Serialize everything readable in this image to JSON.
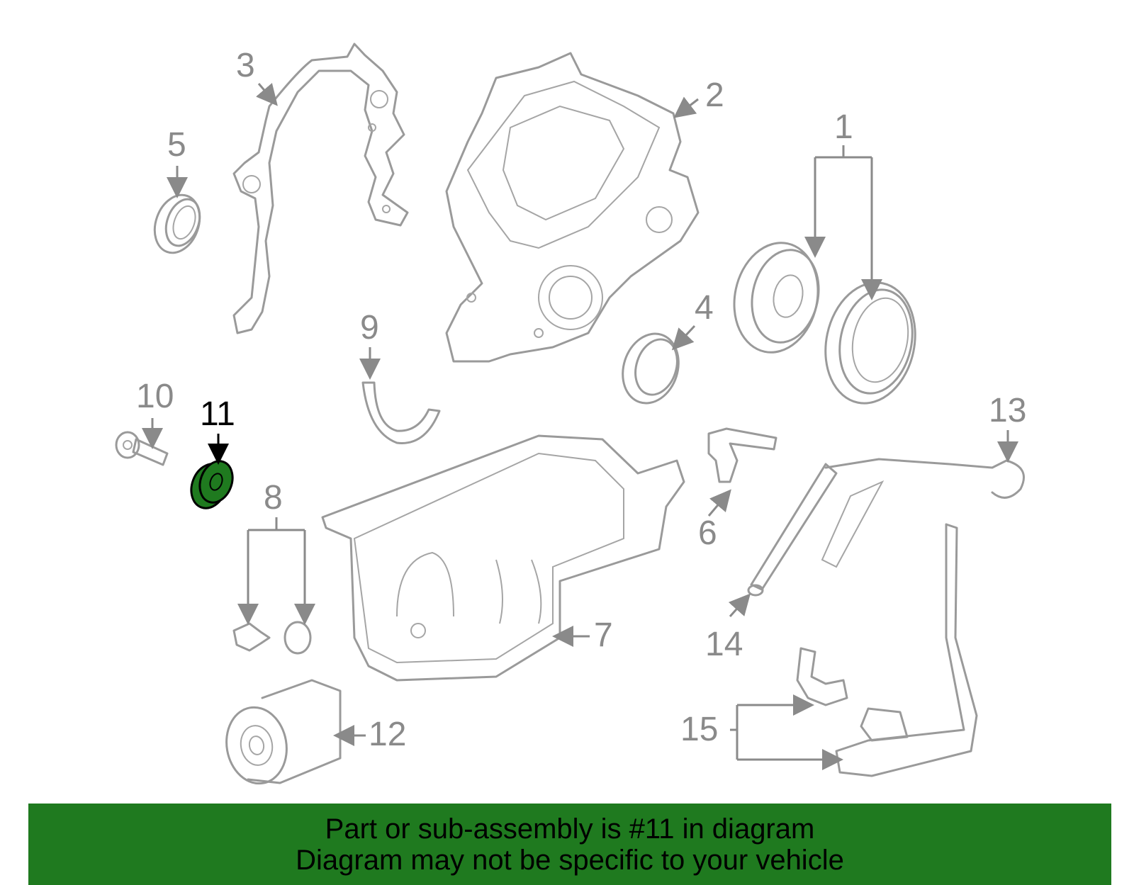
{
  "diagram": {
    "highlight_color": "#1f7a1f",
    "highlighted_part": "11",
    "callouts": [
      "1",
      "2",
      "3",
      "4",
      "5",
      "6",
      "7",
      "8",
      "9",
      "10",
      "11",
      "12",
      "13",
      "14",
      "15"
    ]
  },
  "banner": {
    "line1": "Part or sub-assembly is #11 in diagram",
    "line2": "Diagram may not be specific to your vehicle",
    "background": "#1f7a1f"
  }
}
